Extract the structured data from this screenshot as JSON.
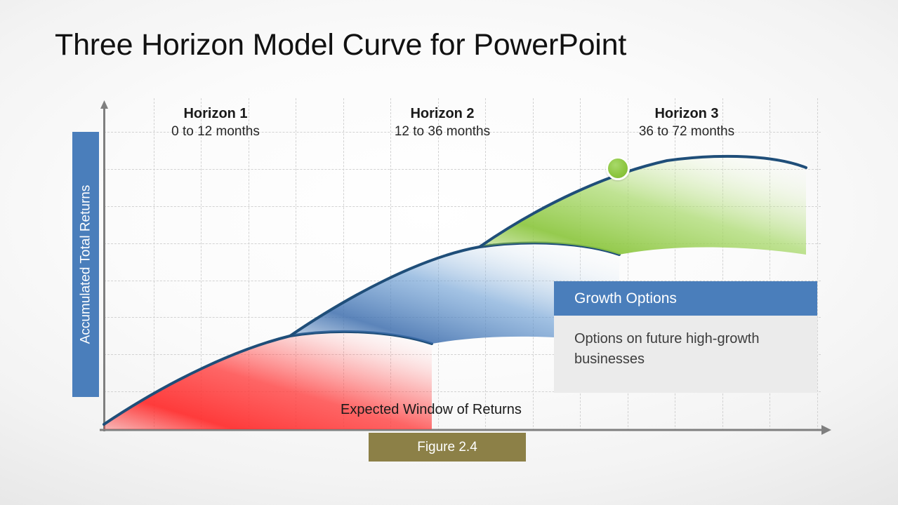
{
  "slide": {
    "title": "Three Horizon Model Curve for PowerPoint"
  },
  "axes": {
    "y_label": "Accumulated Total Returns",
    "x_caption": "Expected Window of Returns",
    "y_arrow_icon": "up-arrow-icon",
    "x_arrow_icon": "right-arrow-icon"
  },
  "horizons": [
    {
      "title": "Horizon 1",
      "subtitle": "0 to 12 months"
    },
    {
      "title": "Horizon 2",
      "subtitle": "12 to 36 months"
    },
    {
      "title": "Horizon 3",
      "subtitle": "36 to 72 months"
    }
  ],
  "callout": {
    "header": "Growth Options",
    "body": "Options on future high-growth businesses"
  },
  "figure": {
    "caption": "Figure 2.4"
  },
  "marker": {
    "icon": "growth-point-marker-icon"
  },
  "colors": {
    "accent_blue": "#4a7ebb",
    "curve_stroke": "#1f4e79",
    "horizon1_fill": "#ff3333",
    "horizon2_fill": "#4a7ebb",
    "horizon3_fill": "#8cc63f",
    "figure_tag": "#8c8047",
    "callout_body": "#ebebeb",
    "gridline": "#d2d2d2",
    "axis_arrow": "#7f7f7f"
  },
  "chart_data": {
    "type": "line",
    "title": "Three Horizon Model Curve for PowerPoint",
    "xlabel": "Expected Window of Returns",
    "ylabel": "Accumulated Total Returns",
    "grid": true,
    "legend": "none",
    "axis_ticks_visible": false,
    "series": [
      {
        "name": "Horizon 1",
        "period": "0 to 12 months",
        "fill_color": "#ff3333",
        "stroke_color": "#1f4e79",
        "points": [
          {
            "x": 148,
            "y": 605
          },
          {
            "x": 230,
            "y": 553
          },
          {
            "x": 310,
            "y": 512
          },
          {
            "x": 413,
            "y": 479
          },
          {
            "x": 500,
            "y": 477
          },
          {
            "x": 615,
            "y": 490
          }
        ]
      },
      {
        "name": "Horizon 2",
        "period": "12 to 36 months",
        "fill_color": "#4a7ebb",
        "stroke_color": "#1f4e79",
        "points": [
          {
            "x": 413,
            "y": 479
          },
          {
            "x": 500,
            "y": 421
          },
          {
            "x": 590,
            "y": 377
          },
          {
            "x": 683,
            "y": 352
          },
          {
            "x": 780,
            "y": 350
          },
          {
            "x": 882,
            "y": 363
          }
        ]
      },
      {
        "name": "Horizon 3",
        "period": "36 to 72 months",
        "fill_color": "#8cc63f",
        "stroke_color": "#1f4e79",
        "points": [
          {
            "x": 683,
            "y": 352
          },
          {
            "x": 780,
            "y": 290
          },
          {
            "x": 880,
            "y": 247
          },
          {
            "x": 960,
            "y": 229
          },
          {
            "x": 1060,
            "y": 228
          },
          {
            "x": 1148,
            "y": 239
          }
        ]
      }
    ],
    "annotations": [
      {
        "label": "Growth Options",
        "text": "Options on future high-growth businesses",
        "marker_x": 880,
        "marker_y": 240
      }
    ]
  }
}
